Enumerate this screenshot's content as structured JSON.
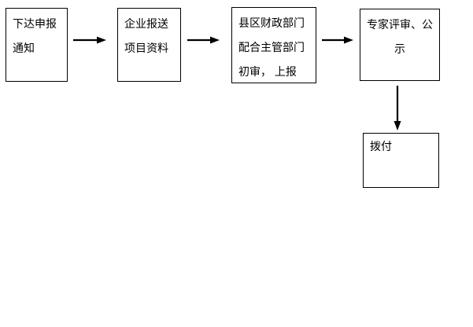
{
  "flowchart": {
    "background_color": "#ffffff",
    "line_color": "#000000",
    "nodes": [
      {
        "id": "issue-notice",
        "label": "下达申报通知",
        "lines": [
          "下达申报",
          "通知"
        ]
      },
      {
        "id": "enterprise-submit",
        "label": "企业报送项目资料",
        "lines": [
          "企业报送",
          "项目资料"
        ]
      },
      {
        "id": "county-preliminary-review",
        "label": "县区财政部门配合主管部门初审， 上报",
        "lines": [
          "县区财政部门",
          "配合主管部门",
          "初审， 上报"
        ]
      },
      {
        "id": "expert-review-publicity",
        "label": "专家评审、公示",
        "lines": [
          "专家评审、公",
          "示"
        ]
      },
      {
        "id": "disbursement",
        "label": "拨付",
        "lines": [
          "拨付"
        ]
      }
    ],
    "edges": [
      {
        "from": "issue-notice",
        "to": "enterprise-submit",
        "direction": "right"
      },
      {
        "from": "enterprise-submit",
        "to": "county-preliminary-review",
        "direction": "right"
      },
      {
        "from": "county-preliminary-review",
        "to": "expert-review-publicity",
        "direction": "right"
      },
      {
        "from": "expert-review-publicity",
        "to": "disbursement",
        "direction": "down"
      }
    ]
  }
}
